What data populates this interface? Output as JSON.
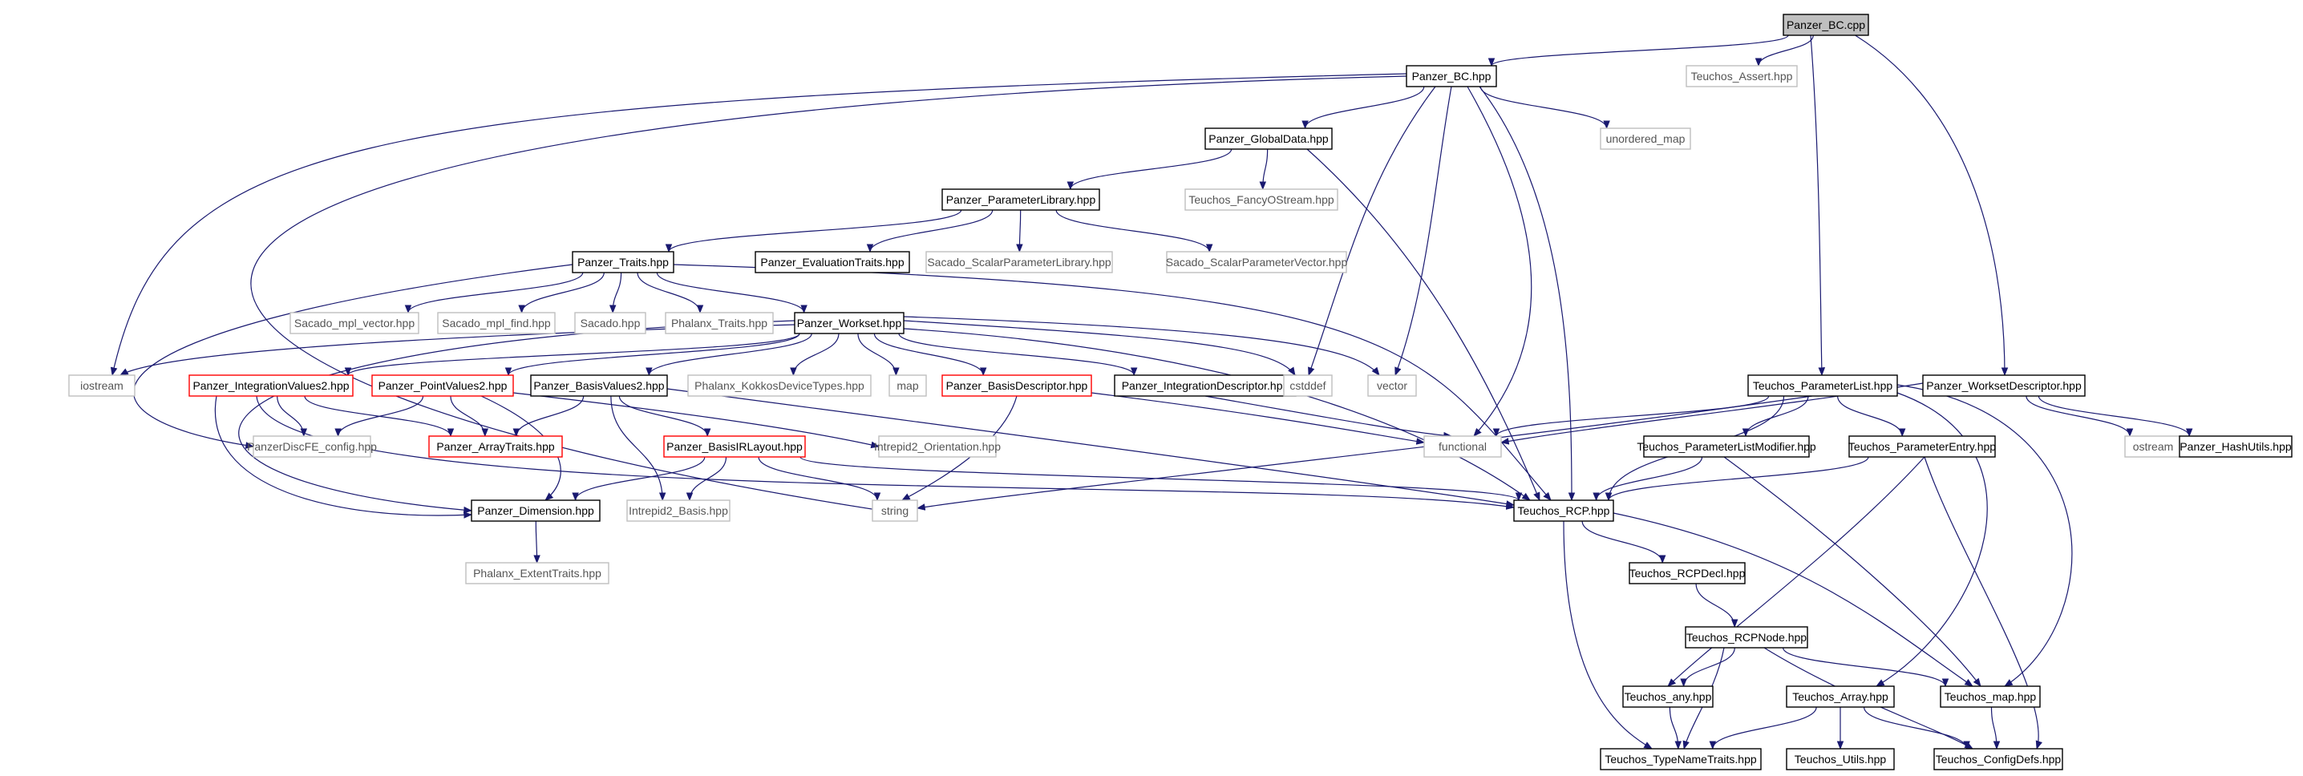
{
  "diagram": {
    "type": "include-dependency-graph",
    "colors": {
      "edge": "#191970",
      "root_fill": "#bfbfbf",
      "documented_border": "#000000",
      "external_border": "#bfbfbf",
      "external_text": "#555555",
      "truncated_border": "#ff0000"
    },
    "nodes": [
      {
        "id": "root",
        "label": "Panzer_BC.cpp",
        "kind": "root"
      },
      {
        "id": "bc_hpp",
        "label": "Panzer_BC.hpp",
        "kind": "doc"
      },
      {
        "id": "teuchos_assert",
        "label": "Teuchos_Assert.hpp",
        "kind": "ext"
      },
      {
        "id": "unordered_map",
        "label": "unordered_map",
        "kind": "ext"
      },
      {
        "id": "globaldata",
        "label": "Panzer_GlobalData.hpp",
        "kind": "doc"
      },
      {
        "id": "fancyostream",
        "label": "Teuchos_FancyOStream.hpp",
        "kind": "ext"
      },
      {
        "id": "paramlib",
        "label": "Panzer_ParameterLibrary.hpp",
        "kind": "doc"
      },
      {
        "id": "traits",
        "label": "Panzer_Traits.hpp",
        "kind": "doc"
      },
      {
        "id": "evaltraits",
        "label": "Panzer_EvaluationTraits.hpp",
        "kind": "doc"
      },
      {
        "id": "sacado_spl",
        "label": "Sacado_ScalarParameterLibrary.hpp",
        "kind": "ext"
      },
      {
        "id": "sacado_spv",
        "label": "Sacado_ScalarParameterVector.hpp",
        "kind": "ext"
      },
      {
        "id": "mpl_vector",
        "label": "Sacado_mpl_vector.hpp",
        "kind": "ext"
      },
      {
        "id": "mpl_find",
        "label": "Sacado_mpl_find.hpp",
        "kind": "ext"
      },
      {
        "id": "sacado",
        "label": "Sacado.hpp",
        "kind": "ext"
      },
      {
        "id": "phalanx_traits",
        "label": "Phalanx_Traits.hpp",
        "kind": "ext"
      },
      {
        "id": "workset",
        "label": "Panzer_Workset.hpp",
        "kind": "doc"
      },
      {
        "id": "iostream",
        "label": "iostream",
        "kind": "ext"
      },
      {
        "id": "intvals2",
        "label": "Panzer_IntegrationValues2.hpp",
        "kind": "trunc"
      },
      {
        "id": "ptvals2",
        "label": "Panzer_PointValues2.hpp",
        "kind": "trunc"
      },
      {
        "id": "basisvals2",
        "label": "Panzer_BasisValues2.hpp",
        "kind": "doc"
      },
      {
        "id": "kokkosdev",
        "label": "Phalanx_KokkosDeviceTypes.hpp",
        "kind": "ext"
      },
      {
        "id": "map",
        "label": "map",
        "kind": "ext"
      },
      {
        "id": "basisdesc",
        "label": "Panzer_BasisDescriptor.hpp",
        "kind": "trunc"
      },
      {
        "id": "intdesc",
        "label": "Panzer_IntegrationDescriptor.hpp",
        "kind": "doc"
      },
      {
        "id": "cstddef",
        "label": "cstddef",
        "kind": "ext"
      },
      {
        "id": "vector",
        "label": "vector",
        "kind": "ext"
      },
      {
        "id": "discfe",
        "label": "PanzerDiscFE_config.hpp",
        "kind": "ext"
      },
      {
        "id": "arraytraits",
        "label": "Panzer_ArrayTraits.hpp",
        "kind": "trunc"
      },
      {
        "id": "basisir",
        "label": "Panzer_BasisIRLayout.hpp",
        "kind": "trunc"
      },
      {
        "id": "intrepid_orient",
        "label": "Intrepid2_Orientation.hpp",
        "kind": "ext"
      },
      {
        "id": "functional",
        "label": "functional",
        "kind": "ext"
      },
      {
        "id": "dimension",
        "label": "Panzer_Dimension.hpp",
        "kind": "doc"
      },
      {
        "id": "intrepid_basis",
        "label": "Intrepid2_Basis.hpp",
        "kind": "ext"
      },
      {
        "id": "string",
        "label": "string",
        "kind": "ext"
      },
      {
        "id": "extenttraits",
        "label": "Phalanx_ExtentTraits.hpp",
        "kind": "ext"
      },
      {
        "id": "rcp",
        "label": "Teuchos_RCP.hpp",
        "kind": "doc"
      },
      {
        "id": "plist",
        "label": "Teuchos_ParameterList.hpp",
        "kind": "doc"
      },
      {
        "id": "wsdesc",
        "label": "Panzer_WorksetDescriptor.hpp",
        "kind": "doc"
      },
      {
        "id": "ostream",
        "label": "ostream",
        "kind": "ext"
      },
      {
        "id": "hashutils",
        "label": "Panzer_HashUtils.hpp",
        "kind": "doc"
      },
      {
        "id": "plistmod",
        "label": "Teuchos_ParameterListModifier.hpp",
        "kind": "doc"
      },
      {
        "id": "pentry",
        "label": "Teuchos_ParameterEntry.hpp",
        "kind": "doc"
      },
      {
        "id": "rcpdecl",
        "label": "Teuchos_RCPDecl.hpp",
        "kind": "doc"
      },
      {
        "id": "rcpnode",
        "label": "Teuchos_RCPNode.hpp",
        "kind": "doc"
      },
      {
        "id": "any",
        "label": "Teuchos_any.hpp",
        "kind": "doc"
      },
      {
        "id": "tarray",
        "label": "Teuchos_Array.hpp",
        "kind": "doc"
      },
      {
        "id": "tmap",
        "label": "Teuchos_map.hpp",
        "kind": "doc"
      },
      {
        "id": "typename",
        "label": "Teuchos_TypeNameTraits.hpp",
        "kind": "doc"
      },
      {
        "id": "utils",
        "label": "Teuchos_Utils.hpp",
        "kind": "doc"
      },
      {
        "id": "configdefs",
        "label": "Teuchos_ConfigDefs.hpp",
        "kind": "doc"
      }
    ],
    "edges": [
      [
        "root",
        "bc_hpp"
      ],
      [
        "root",
        "teuchos_assert"
      ],
      [
        "root",
        "plist"
      ],
      [
        "root",
        "wsdesc"
      ],
      [
        "bc_hpp",
        "globaldata"
      ],
      [
        "bc_hpp",
        "unordered_map"
      ],
      [
        "bc_hpp",
        "iostream"
      ],
      [
        "bc_hpp",
        "cstddef"
      ],
      [
        "bc_hpp",
        "vector"
      ],
      [
        "bc_hpp",
        "functional"
      ],
      [
        "bc_hpp",
        "rcp"
      ],
      [
        "bc_hpp",
        "string"
      ],
      [
        "globaldata",
        "paramlib"
      ],
      [
        "globaldata",
        "fancyostream"
      ],
      [
        "globaldata",
        "rcp"
      ],
      [
        "paramlib",
        "traits"
      ],
      [
        "paramlib",
        "evaltraits"
      ],
      [
        "paramlib",
        "sacado_spl"
      ],
      [
        "paramlib",
        "sacado_spv"
      ],
      [
        "traits",
        "mpl_vector"
      ],
      [
        "traits",
        "mpl_find"
      ],
      [
        "traits",
        "sacado"
      ],
      [
        "traits",
        "phalanx_traits"
      ],
      [
        "traits",
        "workset"
      ],
      [
        "traits",
        "discfe"
      ],
      [
        "traits",
        "rcp"
      ],
      [
        "workset",
        "iostream"
      ],
      [
        "workset",
        "intvals2"
      ],
      [
        "workset",
        "ptvals2"
      ],
      [
        "workset",
        "basisvals2"
      ],
      [
        "workset",
        "kokkosdev"
      ],
      [
        "workset",
        "map"
      ],
      [
        "workset",
        "basisdesc"
      ],
      [
        "workset",
        "intdesc"
      ],
      [
        "workset",
        "cstddef"
      ],
      [
        "workset",
        "vector"
      ],
      [
        "workset",
        "dimension"
      ],
      [
        "workset",
        "rcp"
      ],
      [
        "intvals2",
        "discfe"
      ],
      [
        "intvals2",
        "arraytraits"
      ],
      [
        "intvals2",
        "dimension"
      ],
      [
        "intvals2",
        "rcp"
      ],
      [
        "ptvals2",
        "discfe"
      ],
      [
        "ptvals2",
        "arraytraits"
      ],
      [
        "ptvals2",
        "dimension"
      ],
      [
        "ptvals2",
        "intrepid_orient"
      ],
      [
        "basisvals2",
        "arraytraits"
      ],
      [
        "basisvals2",
        "basisir"
      ],
      [
        "basisvals2",
        "intrepid_basis"
      ],
      [
        "basisvals2",
        "rcp"
      ],
      [
        "basisir",
        "dimension"
      ],
      [
        "basisir",
        "intrepid_basis"
      ],
      [
        "basisir",
        "string"
      ],
      [
        "basisir",
        "rcp"
      ],
      [
        "basisdesc",
        "string"
      ],
      [
        "basisdesc",
        "functional"
      ],
      [
        "intdesc",
        "functional"
      ],
      [
        "dimension",
        "extenttraits"
      ],
      [
        "plist",
        "functional"
      ],
      [
        "plist",
        "plistmod"
      ],
      [
        "plist",
        "pentry"
      ],
      [
        "plist",
        "rcp"
      ],
      [
        "plist",
        "string"
      ],
      [
        "plist",
        "tarray"
      ],
      [
        "plist",
        "tmap"
      ],
      [
        "wsdesc",
        "ostream"
      ],
      [
        "wsdesc",
        "hashutils"
      ],
      [
        "wsdesc",
        "functional"
      ],
      [
        "plistmod",
        "rcp"
      ],
      [
        "plistmod",
        "tmap"
      ],
      [
        "pentry",
        "rcp"
      ],
      [
        "pentry",
        "any"
      ],
      [
        "pentry",
        "configdefs"
      ],
      [
        "rcp",
        "rcpdecl"
      ],
      [
        "rcp",
        "tmap"
      ],
      [
        "rcp",
        "typename"
      ],
      [
        "rcpdecl",
        "rcpnode"
      ],
      [
        "rcpnode",
        "any"
      ],
      [
        "rcpnode",
        "tmap"
      ],
      [
        "rcpnode",
        "typename"
      ],
      [
        "rcpnode",
        "configdefs"
      ],
      [
        "any",
        "typename"
      ],
      [
        "tarray",
        "typename"
      ],
      [
        "tarray",
        "utils"
      ],
      [
        "tarray",
        "configdefs"
      ],
      [
        "tmap",
        "configdefs"
      ]
    ]
  }
}
